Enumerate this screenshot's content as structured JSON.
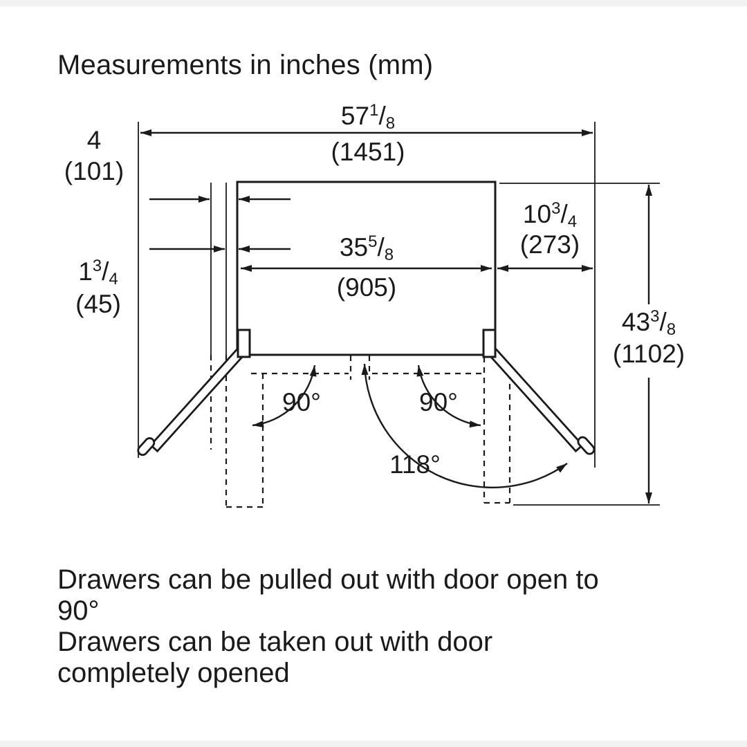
{
  "title": "Measurements in inches (mm)",
  "colors": {
    "ink": "#1a1a1a",
    "background": "#ffffff",
    "edge_band": "#f2f2f2"
  },
  "dims": {
    "overall_width": {
      "whole": "57",
      "num": "1",
      "slash": "/",
      "den": "8",
      "mm": "(1451)"
    },
    "door_clearance": {
      "whole": "4",
      "mm": "(101)"
    },
    "door_thickness": {
      "whole": "1",
      "num": "3",
      "slash": "/",
      "den": "4",
      "mm": "(45)"
    },
    "cabinet_width": {
      "whole": "35",
      "num": "5",
      "slash": "/",
      "den": "8",
      "mm": "(905)"
    },
    "door_projection": {
      "whole": "10",
      "num": "3",
      "slash": "/",
      "den": "4",
      "mm": "(273)"
    },
    "depth_doors_open": {
      "whole": "43",
      "num": "3",
      "slash": "/",
      "den": "8",
      "mm": "(1102)"
    }
  },
  "angles": {
    "left_door_open": "90°",
    "right_door_open": "90°",
    "full_open": "118°"
  },
  "notes": {
    "line1": "Drawers can be pulled out with door open to",
    "line2": "90°",
    "line3": "Drawers can be taken out with door",
    "line4": "completely opened"
  }
}
